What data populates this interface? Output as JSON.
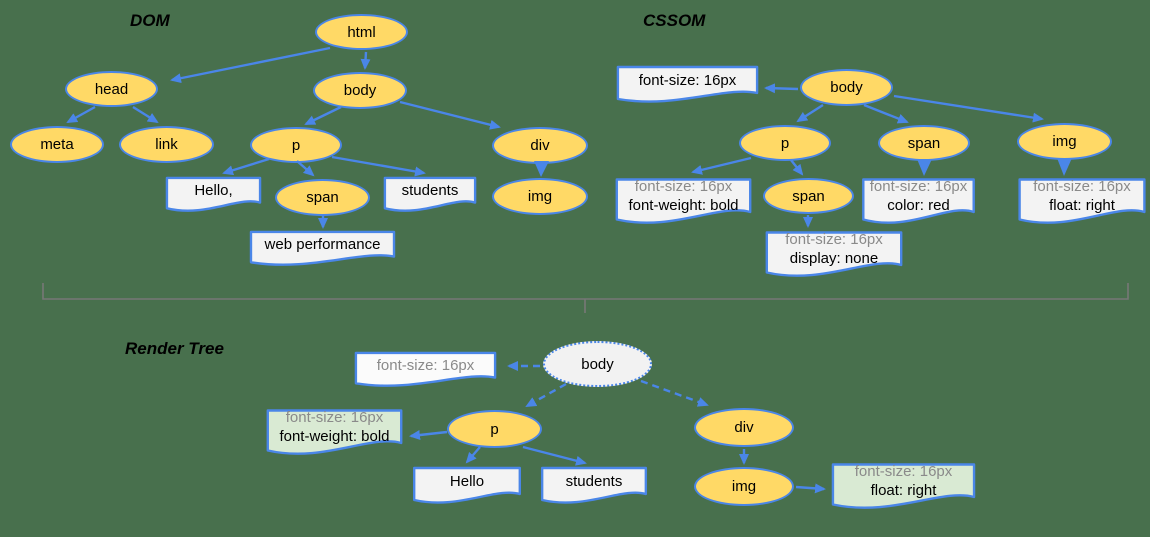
{
  "colors": {
    "background": "#48704d",
    "node_fill": "#ffd966",
    "stroke_blue": "#4a86e8",
    "doc_fill": "#f3f3f3",
    "green_rule_fill": "#d9ead3",
    "render_root_fill": "#f2f2f2",
    "muted_text": "#8a8a8a",
    "bracket": "#777777"
  },
  "sections": {
    "dom": {
      "title": "DOM",
      "nodes": {
        "html": "html",
        "head": "head",
        "body": "body",
        "meta": "meta",
        "link": "link",
        "p": "p",
        "span": "span",
        "div": "div",
        "img": "img"
      },
      "text_nodes": {
        "hello": "Hello,",
        "students": "students",
        "web_performance": "web performance"
      }
    },
    "cssom": {
      "title": "CSSOM",
      "nodes": {
        "body": "body",
        "p": "p",
        "span": "span",
        "img": "img",
        "span_child": "span"
      },
      "rules": {
        "body": {
          "line1": "font-size: 16px"
        },
        "p": {
          "line1": "font-size: 16px",
          "line2": "font-weight: bold"
        },
        "span": {
          "line1": "font-size: 16px",
          "line2": "color: red"
        },
        "img": {
          "line1": "font-size: 16px",
          "line2": "float: right"
        },
        "span_child": {
          "line1": "font-size: 16px",
          "line2": "display: none"
        }
      }
    },
    "render": {
      "title": "Render Tree",
      "nodes": {
        "body": "body",
        "p": "p",
        "div": "div",
        "img": "img"
      },
      "text_nodes": {
        "hello": "Hello",
        "students": "students"
      },
      "rules": {
        "body": {
          "line1": "font-size: 16px"
        },
        "p": {
          "line1": "font-size: 16px",
          "line2": "font-weight: bold"
        },
        "img": {
          "line1": "font-size: 16px",
          "line2": "float: right"
        }
      }
    }
  }
}
